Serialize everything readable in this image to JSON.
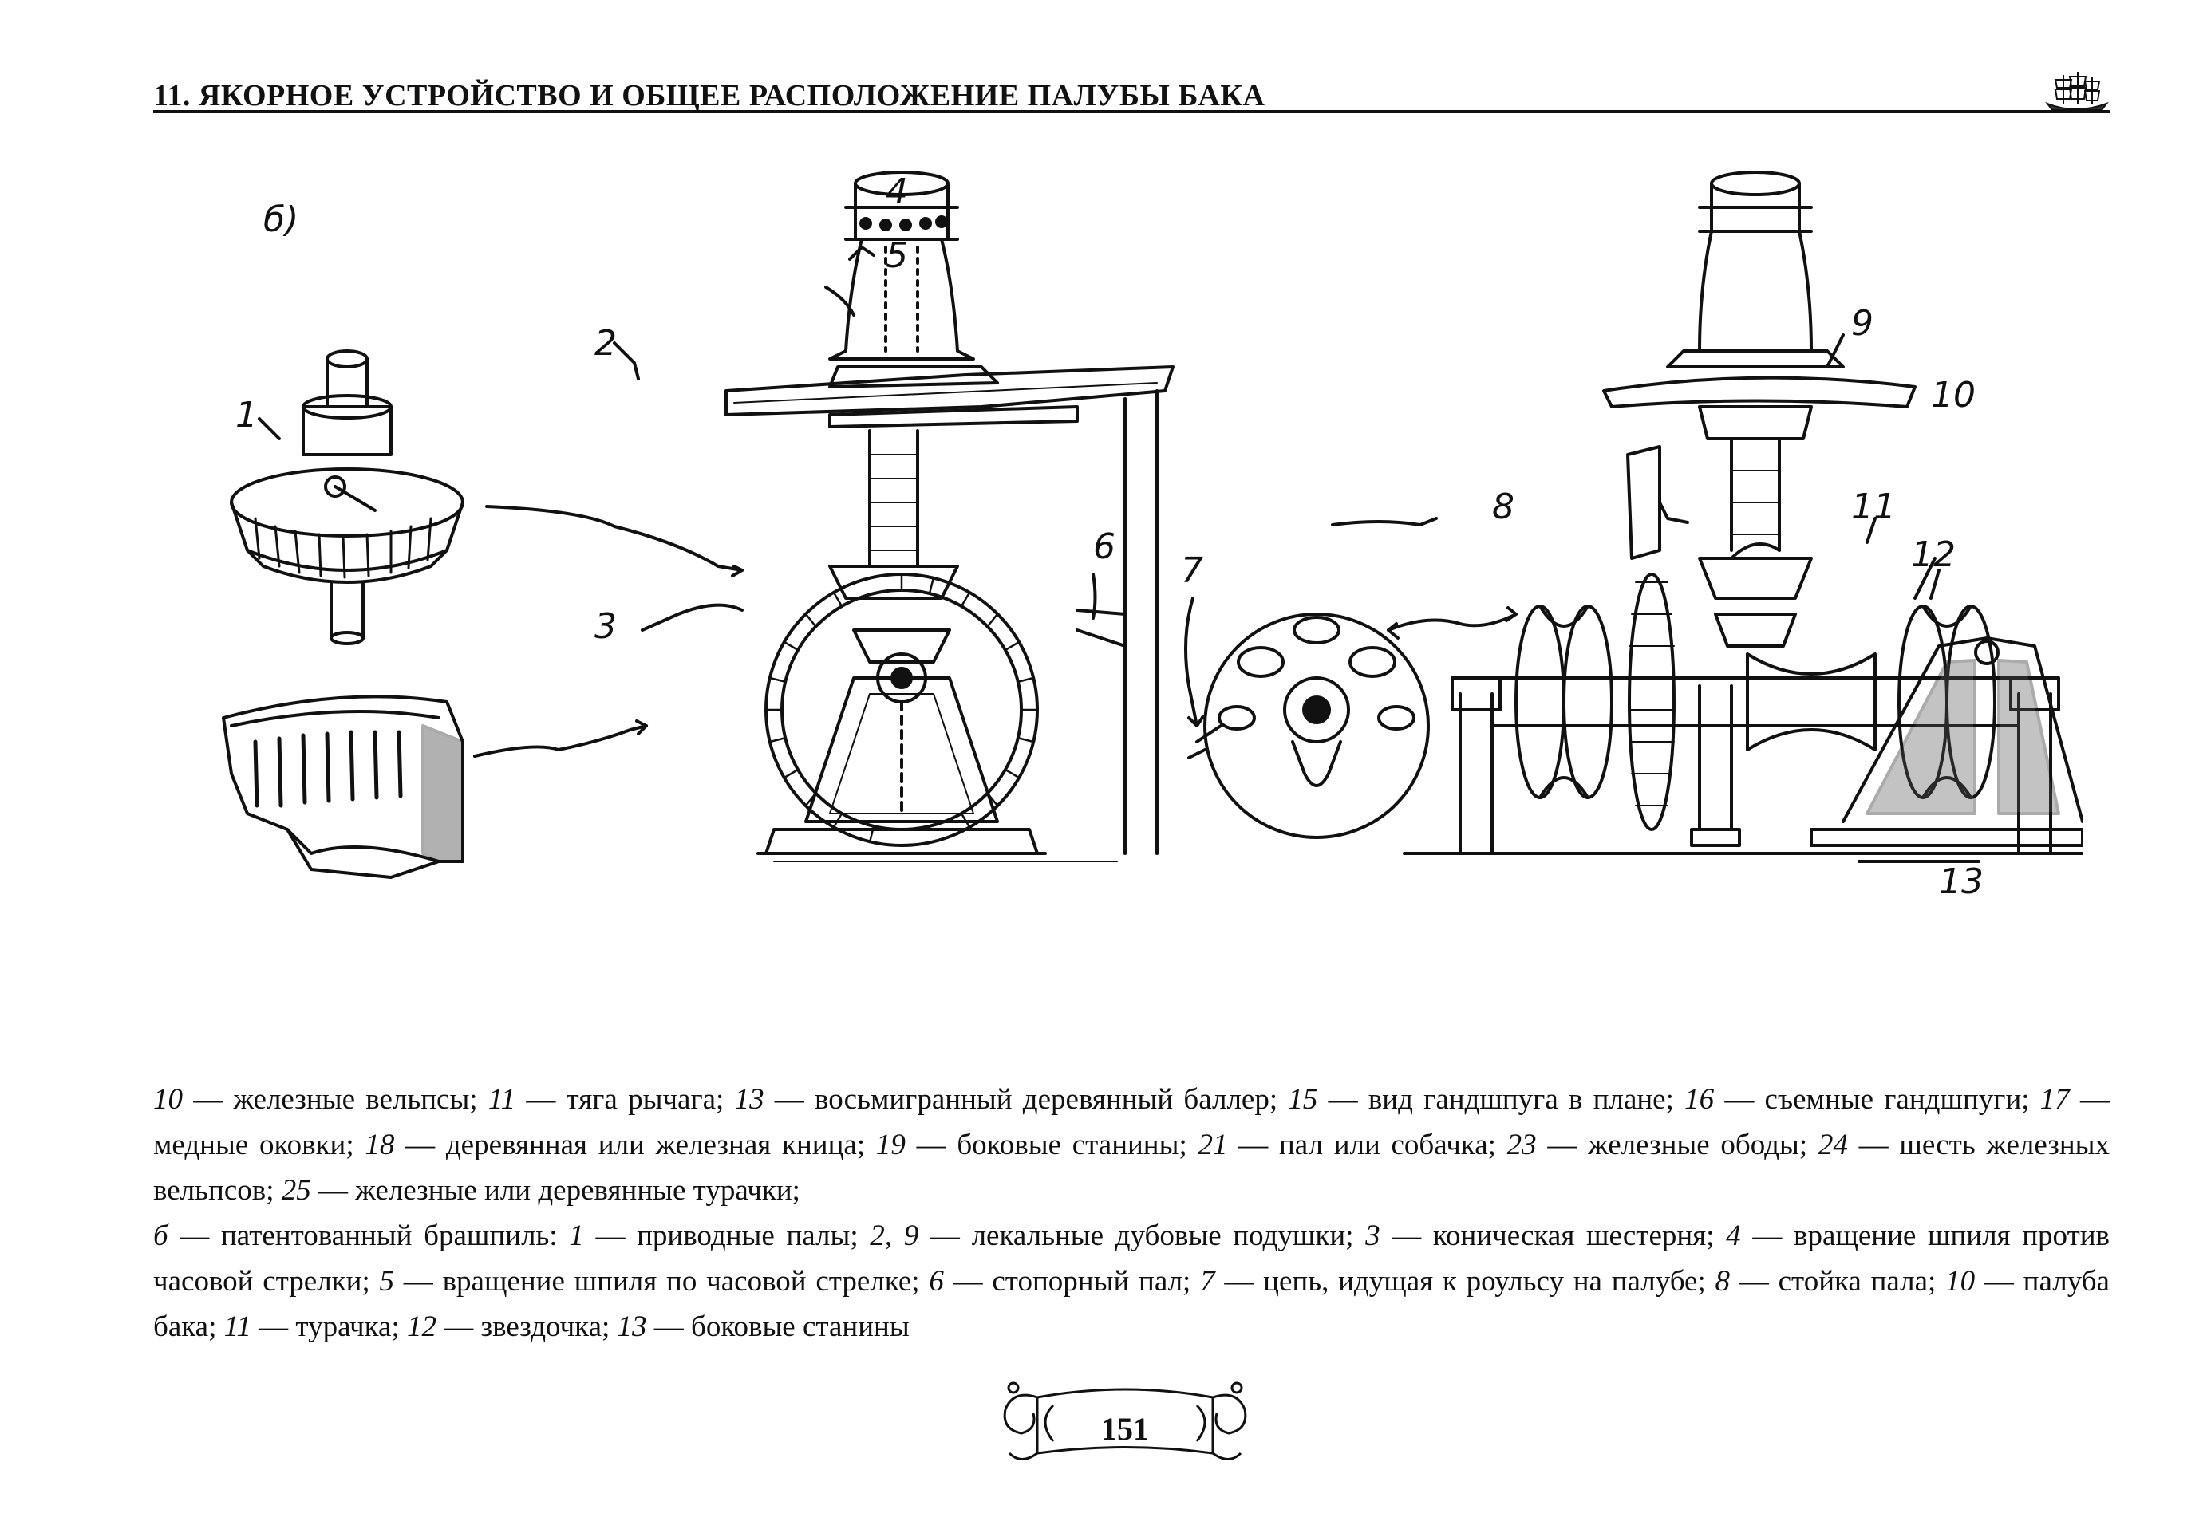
{
  "header": {
    "title": "11. ЯКОРНОЕ УСТРОЙСТВО И ОБЩЕЕ РАСПОЛОЖЕНИЕ ПАЛУБЫ БАКА"
  },
  "figure": {
    "panel_label": "б)",
    "callouts": [
      "1",
      "2",
      "3",
      "4",
      "5",
      "6",
      "7",
      "8",
      "9",
      "10",
      "11",
      "12",
      "13"
    ]
  },
  "caption": {
    "paragraph1": [
      {
        "num": "10",
        "text": " — железные вельпсы; "
      },
      {
        "num": "11",
        "text": " — тяга рычага; "
      },
      {
        "num": "13",
        "text": " — восьмигранный деревянный баллер; "
      },
      {
        "num": "15",
        "text": " — вид гандшпуга в плане; "
      },
      {
        "num": "16",
        "text": " — съемные гандшпуги; "
      },
      {
        "num": "17",
        "text": " — медные оковки; "
      },
      {
        "num": "18",
        "text": " — деревянная или железная кница; "
      },
      {
        "num": "19",
        "text": " — боковые станины; "
      },
      {
        "num": "21",
        "text": " — пал или собачка; "
      },
      {
        "num": "23",
        "text": " — железные ободы; "
      },
      {
        "num": "24",
        "text": " — шесть железных вельпсов; "
      },
      {
        "num": "25",
        "text": " — железные или деревянные турачки;"
      }
    ],
    "paragraph2": [
      {
        "num": "б",
        "text": " — патентованный брашпиль: "
      },
      {
        "num": "1",
        "text": " — приводные палы; "
      },
      {
        "num": "2, 9",
        "text": " — лекальные дубовые подушки; "
      },
      {
        "num": "3",
        "text": " — коническая шестерня; "
      },
      {
        "num": "4",
        "text": " — вращение шпиля против часовой стрелки; "
      },
      {
        "num": "5",
        "text": " — вращение шпиля по часовой стрелке; "
      },
      {
        "num": "6",
        "text": " — стопорный пал; "
      },
      {
        "num": "7",
        "text": " — цепь, идущая к роульсу на палубе; "
      },
      {
        "num": "8",
        "text": " — стойка пала; "
      },
      {
        "num": "10",
        "text": " — палуба бака; "
      },
      {
        "num": "11",
        "text": " — турачка; "
      },
      {
        "num": "12",
        "text": " — звездочка; "
      },
      {
        "num": "13",
        "text": " — боковые станины"
      }
    ]
  },
  "page_number": "151"
}
